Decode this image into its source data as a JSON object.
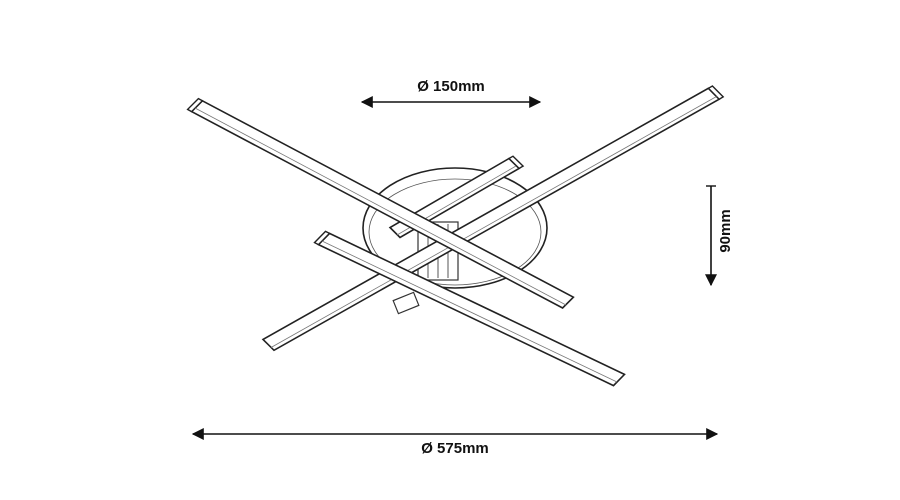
{
  "dimensions": {
    "base_diameter": "Ø 150mm",
    "height": "90mm",
    "overall_diameter": "Ø 575mm"
  },
  "colors": {
    "line": "#222222",
    "fill": "#ffffff"
  }
}
